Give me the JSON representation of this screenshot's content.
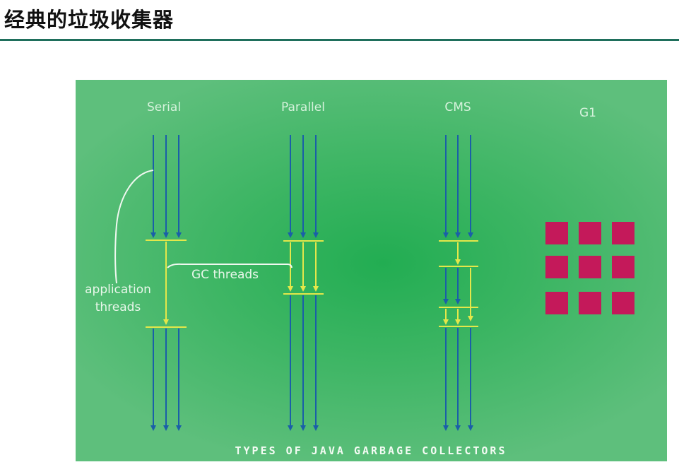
{
  "slide": {
    "title": "经典的垃圾收集器"
  },
  "diagram": {
    "columns": [
      {
        "id": "serial",
        "label": "Serial"
      },
      {
        "id": "parallel",
        "label": "Parallel"
      },
      {
        "id": "cms",
        "label": "CMS"
      },
      {
        "id": "g1",
        "label": "G1"
      }
    ],
    "annotations": {
      "application_threads": [
        "application",
        "threads"
      ],
      "gc_threads": "GC threads"
    },
    "footer": "TYPES OF JAVA GARBAGE COLLECTORS",
    "colors": {
      "application_thread": "#1a5fa8",
      "gc_thread": "#e4e74a",
      "g1_region": "#c4195a",
      "callout_line": "#f0f8f0"
    },
    "g1_grid": {
      "rows": 3,
      "cols": 3
    }
  }
}
